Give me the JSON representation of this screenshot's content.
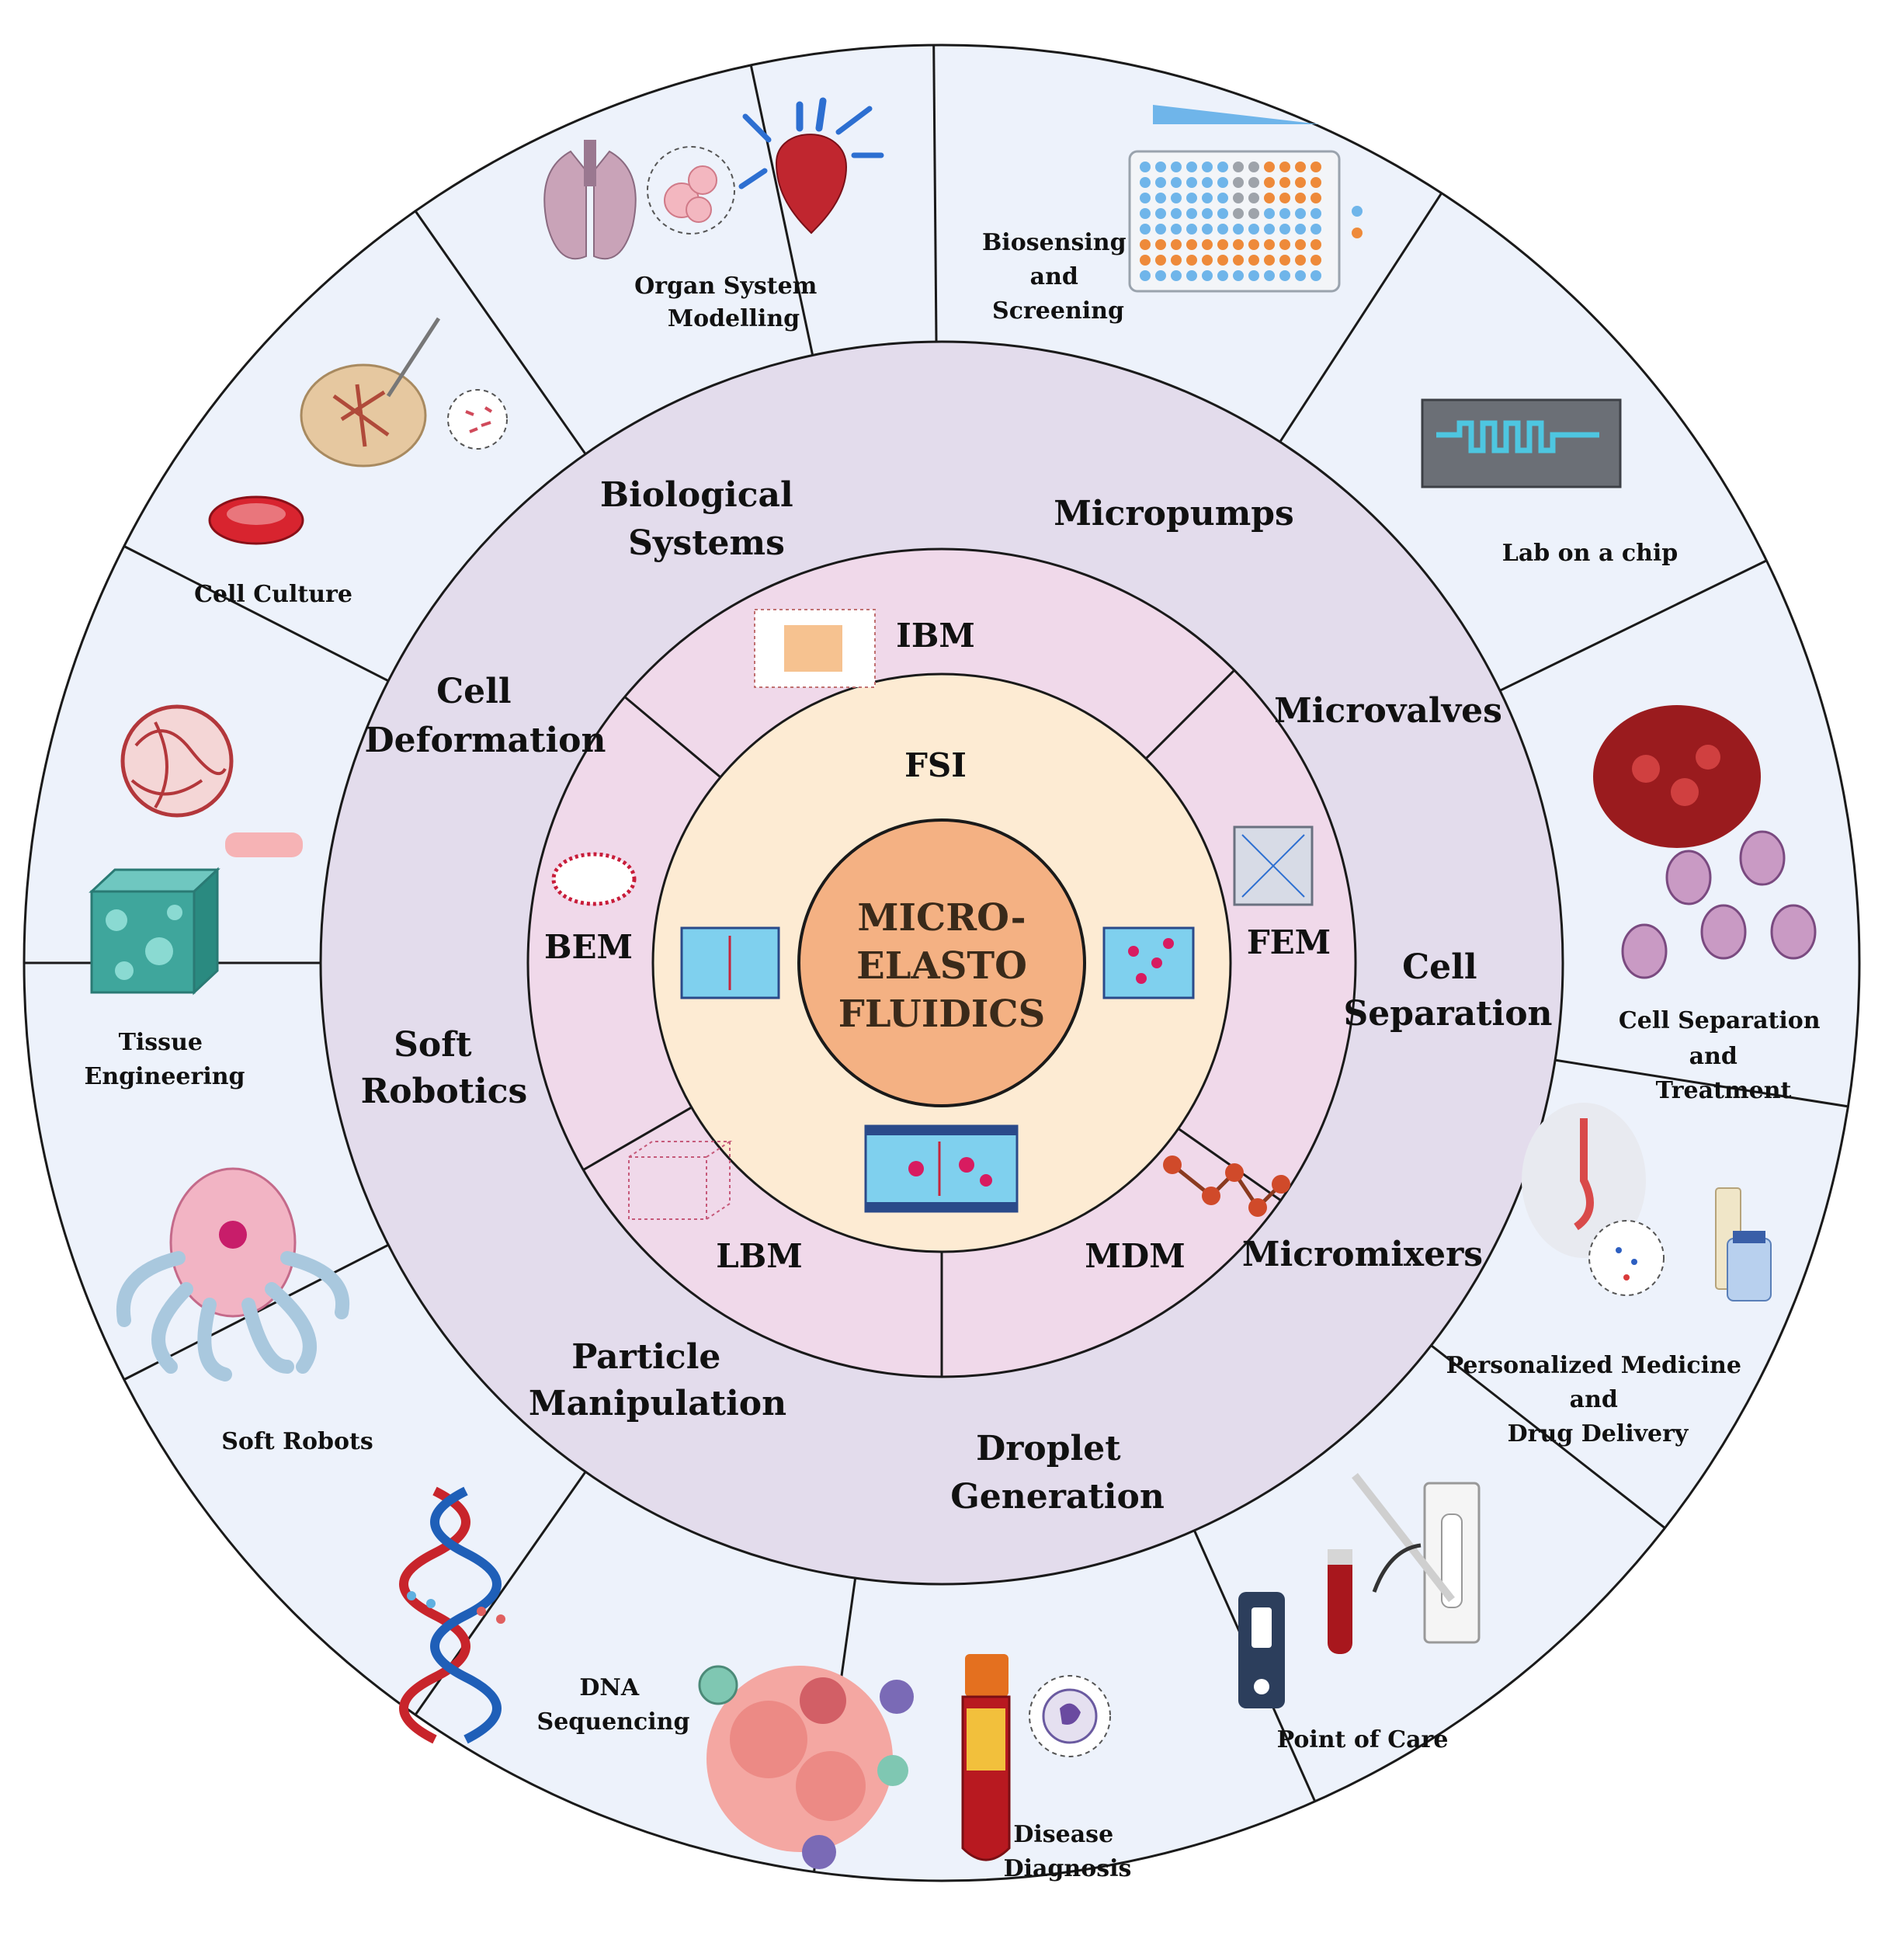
{
  "colors": {
    "outer_ring": "#edf2fb",
    "middle_ring": "#e3dcec",
    "inner_ring": "#f0d9ea",
    "fsi_ring": "#fdebd3",
    "core": "#f4b183",
    "stroke": "#1a1a1a"
  },
  "core": {
    "line1": "MICRO-",
    "line2": "ELASTO",
    "line3": "FLUIDICS"
  },
  "fsi": {
    "label": "FSI"
  },
  "methods": {
    "ibm": "IBM",
    "fem": "FEM",
    "mdm": "MDM",
    "lbm": "LBM",
    "bem": "BEM"
  },
  "applications": {
    "biological_systems": [
      "Biological",
      "Systems"
    ],
    "micropumps": [
      "Micropumps"
    ],
    "microvalves": [
      "Microvalves"
    ],
    "cell_separation": [
      "Cell",
      "Separation"
    ],
    "micromixers": [
      "Micromixers"
    ],
    "droplet_generation": [
      "Droplet",
      "Generation"
    ],
    "particle_manipulation": [
      "Particle",
      "Manipulation"
    ],
    "soft_robotics": [
      "Soft",
      "Robotics"
    ],
    "cell_deformation": [
      "Cell",
      "Deformation"
    ]
  },
  "uses": {
    "organ_system_modelling": [
      "Organ System",
      "Modelling"
    ],
    "biosensing_screening": [
      "Biosensing",
      "and",
      "Screening"
    ],
    "lab_on_chip": [
      "Lab on a chip"
    ],
    "cell_separation_treatment": [
      "Cell Separation",
      "and",
      "Treatment"
    ],
    "personalized_medicine": [
      "Personalized Medicine",
      "and",
      "Drug Delivery"
    ],
    "point_of_care": [
      "Point of Care"
    ],
    "disease_diagnosis": [
      "Disease",
      "Diagnosis"
    ],
    "dna_sequencing": [
      "DNA",
      "Sequencing"
    ],
    "soft_robots": [
      "Soft Robots"
    ],
    "tissue_engineering": [
      "Tissue",
      "Engineering"
    ],
    "cell_culture": [
      "Cell Culture"
    ]
  }
}
